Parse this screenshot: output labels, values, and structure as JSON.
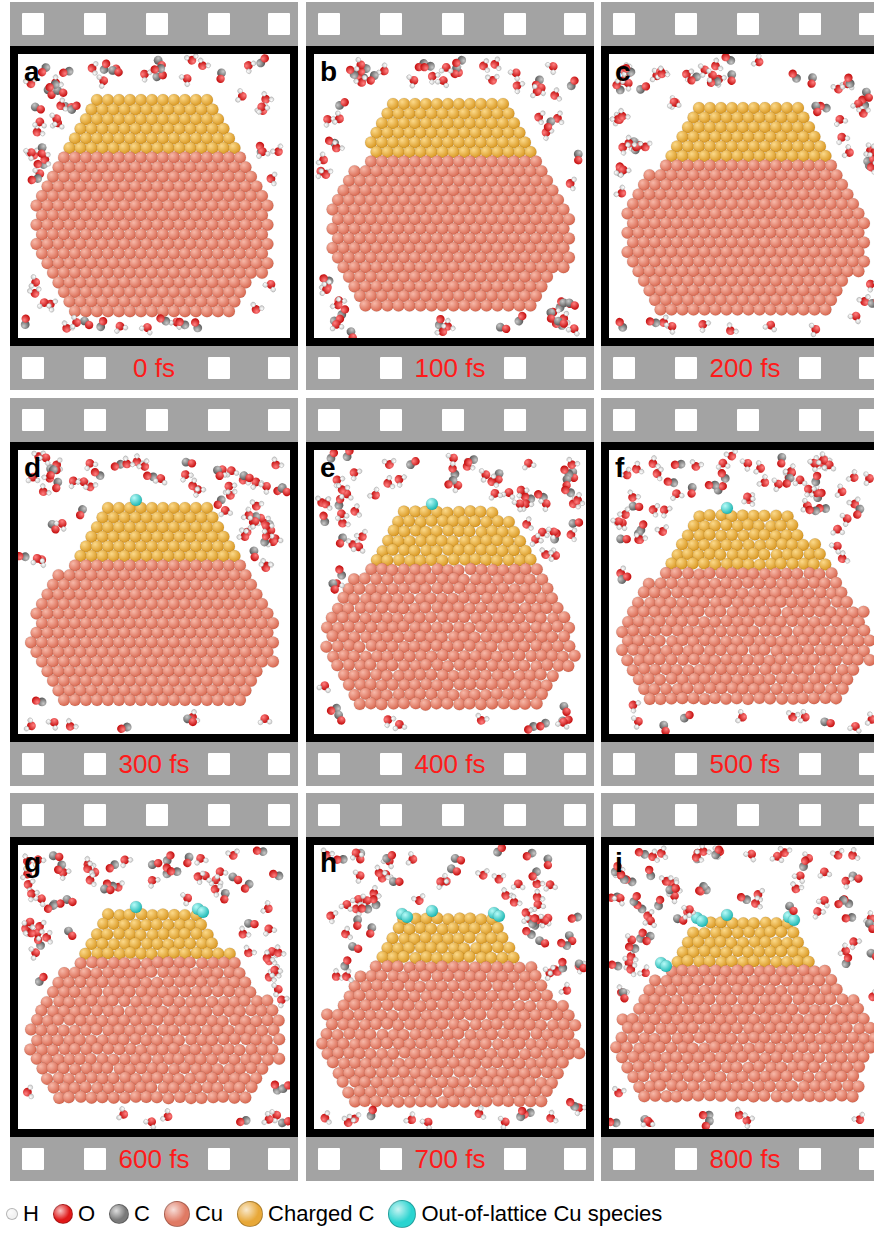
{
  "diagram": {
    "nodes": [
      {
        "text": [
          "a",
          "0 fs"
        ]
      },
      {
        "text": [
          "b",
          "100 fs"
        ]
      },
      {
        "text": [
          "c",
          "200 fs"
        ]
      },
      {
        "text": [
          "d",
          "300 fs"
        ]
      },
      {
        "text": [
          "e",
          "400 fs"
        ]
      },
      {
        "text": [
          "f",
          "500 fs"
        ]
      },
      {
        "text": [
          "g",
          "600 fs"
        ]
      },
      {
        "text": [
          "h",
          "700 fs"
        ]
      },
      {
        "text": [
          "i",
          "800 fs"
        ]
      }
    ],
    "legend": [
      {
        "text": "H",
        "color": "#f2f2f2"
      },
      {
        "text": "O",
        "color": "#e01818"
      },
      {
        "text": "C",
        "color": "#7a7a7a"
      },
      {
        "text": "Cu",
        "color": "#e07a64"
      },
      {
        "text": "Charged C",
        "color": "#e8a838"
      },
      {
        "text": "Out-of-lattice Cu species",
        "color": "#2ad4d0"
      }
    ]
  }
}
